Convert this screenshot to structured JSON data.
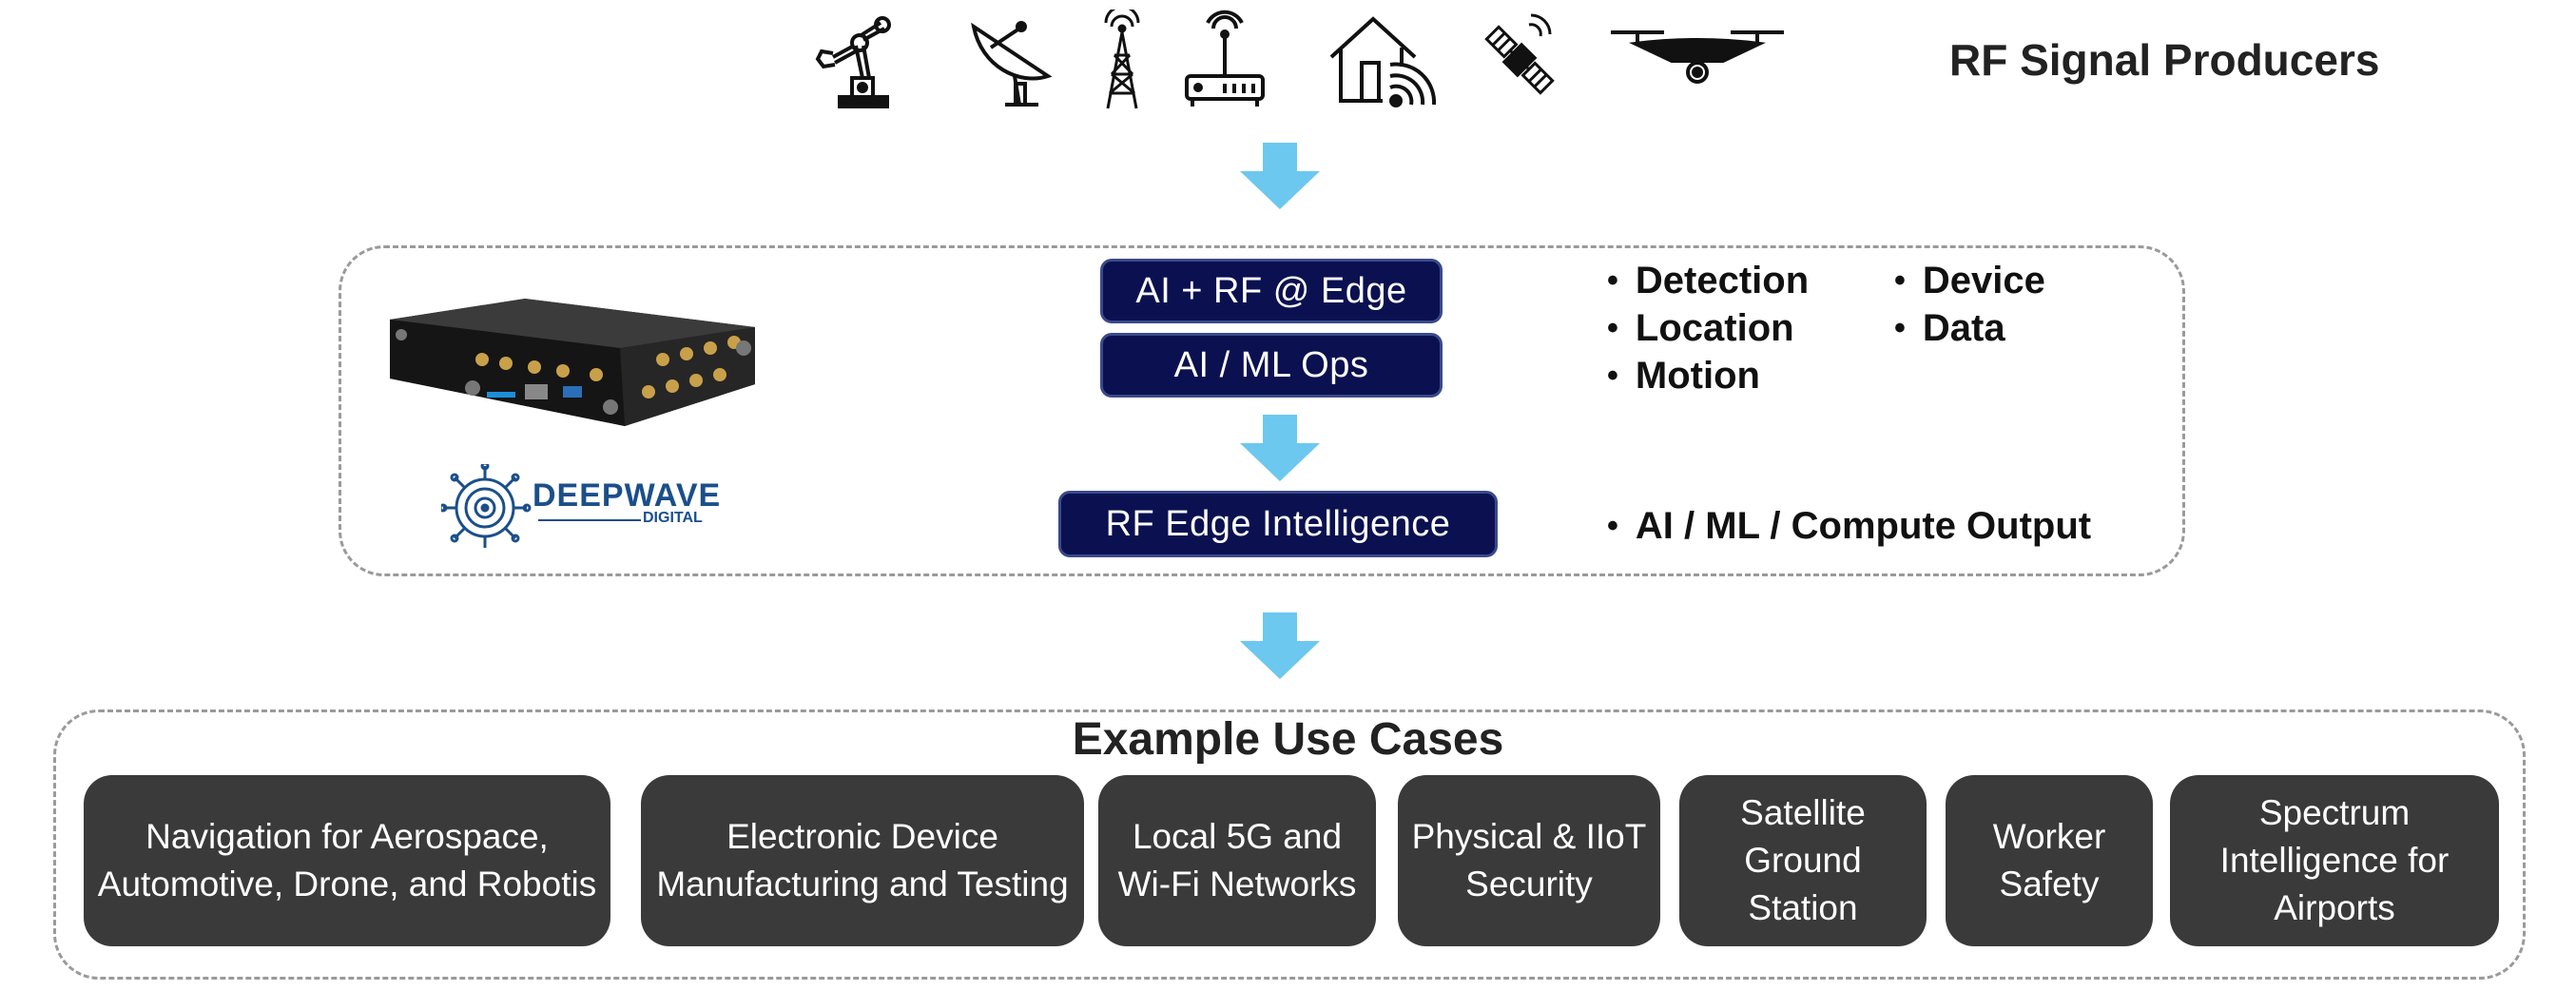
{
  "producers": {
    "title": "RF Signal Producers",
    "icons": [
      "robot-arm-icon",
      "satellite-dish-icon",
      "cell-tower-icon",
      "wifi-router-icon",
      "smart-home-icon",
      "satellite-icon",
      "drone-icon"
    ]
  },
  "edge": {
    "box1": "AI + RF @ Edge",
    "box2": "AI / ML Ops",
    "box3": "RF Edge Intelligence",
    "logo": {
      "name": "DEEPWAVE",
      "sub": "DIGITAL"
    },
    "bullets_col1": [
      "Detection",
      "Location",
      "Motion"
    ],
    "bullets_col2": [
      "Device",
      "Data"
    ],
    "output_bullet": "AI / ML / Compute Output"
  },
  "usecases": {
    "title": "Example Use Cases",
    "items": [
      "Navigation for Aerospace,\nAutomotive, Drone, and Robotis",
      "Electronic Device\nManufacturing and Testing",
      "Local 5G and\nWi-Fi Networks",
      "Physical & IIoT\nSecurity",
      "Satellite\nGround\nStation",
      "Worker\nSafety",
      "Spectrum\nIntelligence for\nAirports"
    ]
  },
  "colors": {
    "arrow": "#6cc8ee",
    "navy": "#0b1150",
    "usecase_bg": "#3a3a3a",
    "dash": "#9a9a9a"
  }
}
